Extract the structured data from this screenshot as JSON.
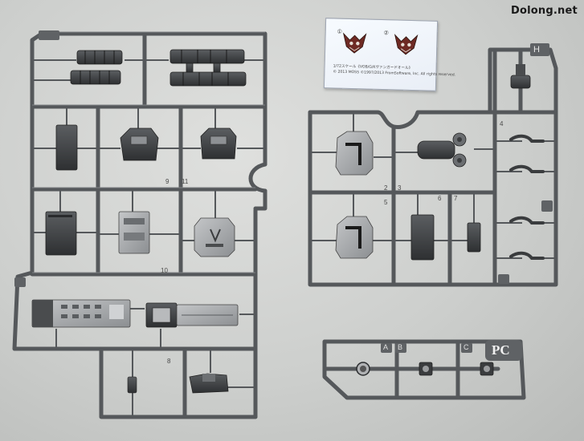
{
  "watermark": {
    "text": "Dolong.net"
  },
  "decal_sheet": {
    "mark_1": "①",
    "mark_2": "②",
    "line_1": "1/72スケール《VOB/G/Kヴァンガードオール》",
    "line_2": "© 2013 MOSS ©1997/2013 FromSoftware, Inc. All rights reserved."
  },
  "runner_letters": {
    "runner_h": "H",
    "runner_pc": "PC",
    "runner_pc_a": "A",
    "runner_pc_b": "B",
    "runner_pc_c": "C"
  },
  "part_numbers": {
    "n2": "2",
    "n3": "3",
    "n4": "4",
    "n5": "5",
    "n6": "6",
    "n7": "7",
    "n8": "8",
    "n9": "9",
    "n10": "10",
    "n11": "11"
  },
  "colors": {
    "runner": "#55585b",
    "runner_highlight": "#8a8d90",
    "part_dark": "#3a3c3e",
    "part_light": "#a8aaac",
    "background": "#cfd1cf"
  }
}
